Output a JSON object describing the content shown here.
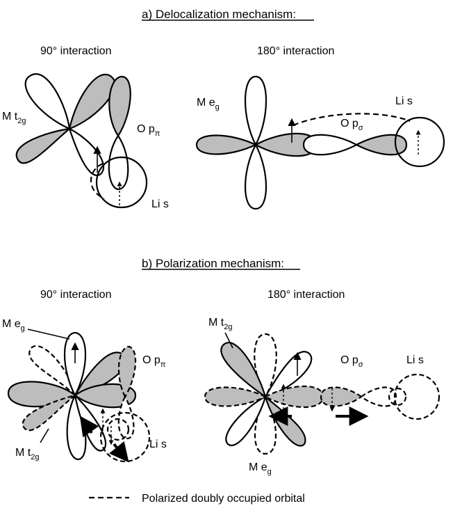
{
  "section_a": {
    "title": "a) Delocalization mechanism:",
    "left": {
      "title": "90° interaction",
      "m_t2g": {
        "main": "M t",
        "sub": "2g"
      },
      "o_ppi": {
        "main": "O p",
        "sub": "π"
      },
      "li_s": "Li s"
    },
    "right": {
      "title": "180° interaction",
      "m_eg": {
        "main": "M  e",
        "sub": "g"
      },
      "o_psigma": {
        "main": "O p",
        "sub": "σ"
      },
      "li_s": "Li s"
    }
  },
  "section_b": {
    "title": "b) Polarization mechanism:",
    "left": {
      "title": "90° interaction",
      "m_eg": {
        "main": "M e",
        "sub": "g"
      },
      "o_ppi": {
        "main": "O p",
        "sub": "π"
      },
      "m_t2g": {
        "main": "M t",
        "sub": "2g"
      },
      "li_s": "Li s"
    },
    "right": {
      "title": "180° interaction",
      "m_t2g": {
        "main": "M t",
        "sub": "2g"
      },
      "o_psigma": {
        "main": "O p",
        "sub": "σ"
      },
      "li_s": "Li s",
      "m_eg": {
        "main": "M e",
        "sub": "g"
      }
    }
  },
  "legend": {
    "text": "Polarized doubly occupied orbital",
    "symbol": "dashed-line"
  }
}
